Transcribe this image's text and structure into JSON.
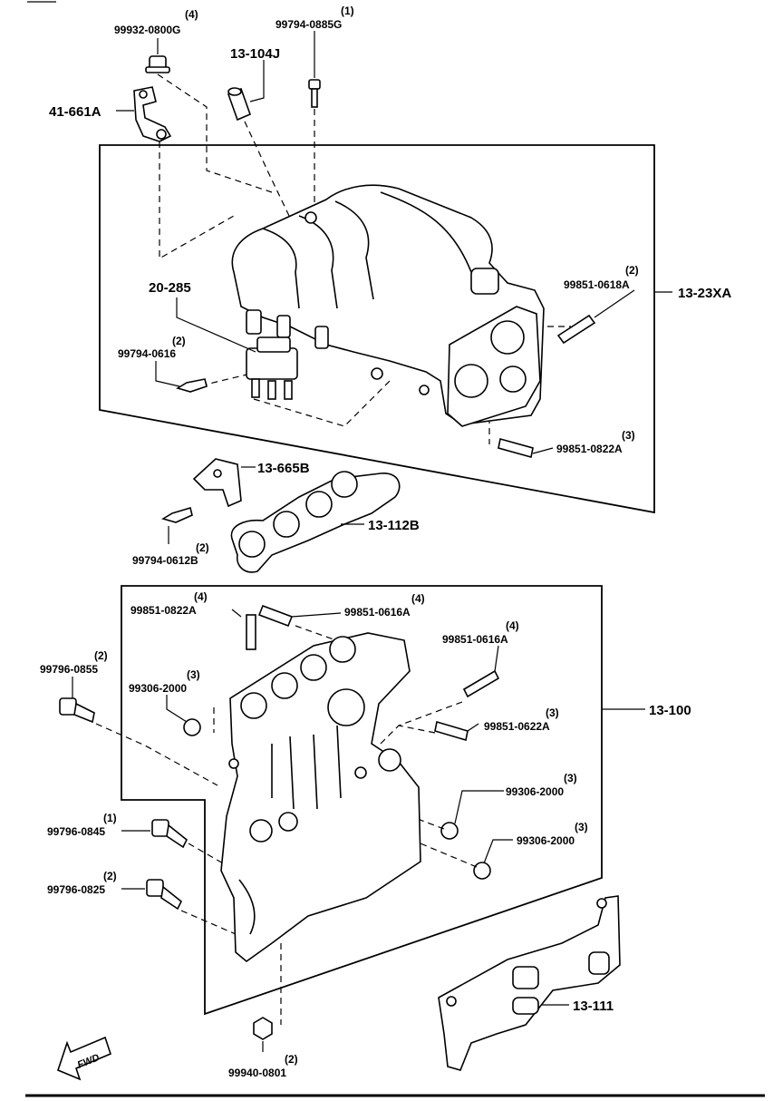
{
  "callouts": {
    "p99932_0800G": {
      "qty": "(4)",
      "pn": "99932-0800G"
    },
    "p99794_0885G": {
      "qty": "(1)",
      "pn": "99794-0885G"
    },
    "p13_104J": {
      "pn": "13-104J"
    },
    "p41_661A": {
      "pn": "41-661A"
    },
    "p20_285": {
      "pn": "20-285"
    },
    "p99794_0616": {
      "qty": "(2)",
      "pn": "99794-0616"
    },
    "p99851_0618A": {
      "qty": "(2)",
      "pn": "99851-0618A"
    },
    "p13_23XA": {
      "pn": "13-23XA"
    },
    "p99851_0822A_top": {
      "qty": "(3)",
      "pn": "99851-0822A"
    },
    "p13_665B": {
      "pn": "13-665B"
    },
    "p13_112B": {
      "pn": "13-112B"
    },
    "p99794_0612B": {
      "qty": "(2)",
      "pn": "99794-0612B"
    },
    "p99851_0822A_lower": {
      "qty": "(4)",
      "pn": "99851-0822A"
    },
    "p99851_0616A_a": {
      "qty": "(4)",
      "pn": "99851-0616A"
    },
    "p99851_0616A_b": {
      "qty": "(4)",
      "pn": "99851-0616A"
    },
    "p99796_0855": {
      "qty": "(2)",
      "pn": "99796-0855"
    },
    "p99306_2000_a": {
      "qty": "(3)",
      "pn": "99306-2000"
    },
    "p99851_0622A": {
      "qty": "(3)",
      "pn": "99851-0622A"
    },
    "p13_100": {
      "pn": "13-100"
    },
    "p99306_2000_b": {
      "qty": "(3)",
      "pn": "99306-2000"
    },
    "p99306_2000_c": {
      "qty": "(3)",
      "pn": "99306-2000"
    },
    "p99796_0845": {
      "qty": "(1)",
      "pn": "99796-0845"
    },
    "p99796_0825": {
      "qty": "(2)",
      "pn": "99796-0825"
    },
    "p13_111": {
      "pn": "13-111"
    },
    "p99940_0801": {
      "qty": "(2)",
      "pn": "99940-0801"
    }
  },
  "fwd_label": "FWD"
}
